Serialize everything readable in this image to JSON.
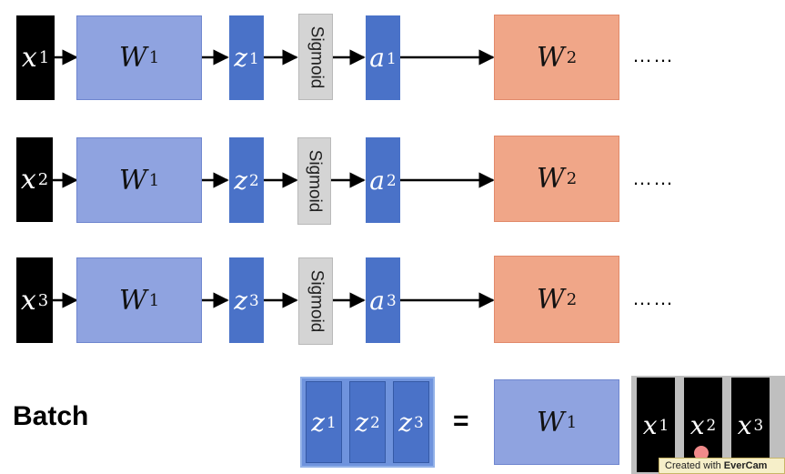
{
  "rows": [
    {
      "x": "x",
      "x_sup": "1",
      "w1": "W",
      "w1_sup": "1",
      "z": "z",
      "z_sup": "1",
      "activation": "Sigmoid",
      "a": "a",
      "a_sup": "1",
      "w2": "W",
      "w2_sup": "2",
      "ellipsis": "……"
    },
    {
      "x": "x",
      "x_sup": "2",
      "w1": "W",
      "w1_sup": "1",
      "z": "z",
      "z_sup": "2",
      "activation": "Sigmoid",
      "a": "a",
      "a_sup": "2",
      "w2": "W",
      "w2_sup": "2",
      "ellipsis": "……"
    },
    {
      "x": "x",
      "x_sup": "3",
      "w1": "W",
      "w1_sup": "1",
      "z": "z",
      "z_sup": "3",
      "activation": "Sigmoid",
      "a": "a",
      "a_sup": "3",
      "w2": "W",
      "w2_sup": "2",
      "ellipsis": "……"
    }
  ],
  "batch": {
    "label": "Batch",
    "z_matrix": [
      {
        "sym": "z",
        "sup": "1"
      },
      {
        "sym": "z",
        "sup": "2"
      },
      {
        "sym": "z",
        "sup": "3"
      }
    ],
    "equals": "=",
    "weight": {
      "sym": "W",
      "sup": "1"
    },
    "x_matrix": [
      {
        "sym": "x",
        "sup": "1"
      },
      {
        "sym": "x",
        "sup": "2"
      },
      {
        "sym": "x",
        "sup": "3"
      }
    ]
  },
  "watermark": {
    "prefix": "Created with",
    "brand": "EverCam"
  },
  "colors": {
    "input": "#000000",
    "w1": "#8fa3e0",
    "z_a": "#4a72c8",
    "sigmoid": "#d4d4d4",
    "w2": "#f0a688"
  }
}
